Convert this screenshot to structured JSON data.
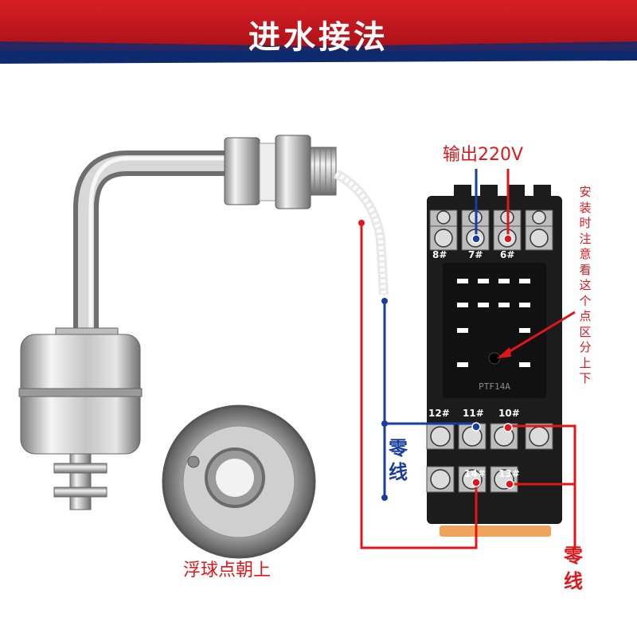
{
  "title": "进水接法",
  "output_label": "输出220V",
  "vertical_note": "安装时注意看这个点区分上下",
  "neutral_blue": "零线",
  "neutral_red": "零线",
  "float_caption": "浮球点朝上",
  "socket_marking": "PTF14A",
  "terminals": {
    "t8": "8#",
    "t7": "7#",
    "t6": "6#",
    "t12": "12#",
    "t11": "11#",
    "t10": "10#",
    "t14": "14#",
    "t13": "13#"
  },
  "colors": {
    "banner_red": "#c8161d",
    "banner_navy": "#0e2a6e",
    "wire_red": "#e0161b",
    "wire_blue": "#1a3ea0",
    "socket_black": "#1c1c1c"
  },
  "icons": [
    "float-switch",
    "float-ball-closeup",
    "relay-socket"
  ]
}
